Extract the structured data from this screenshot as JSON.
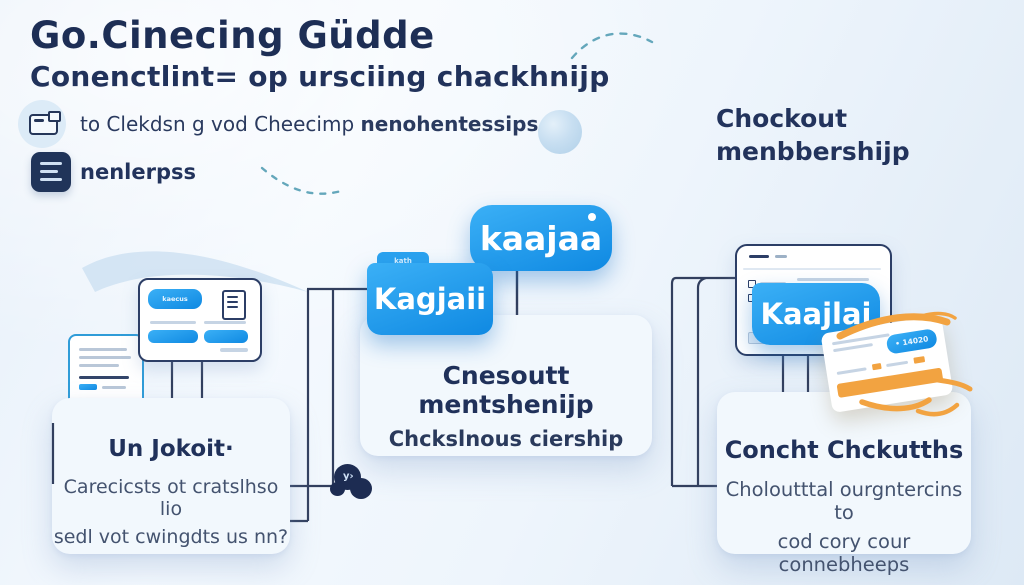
{
  "colors": {
    "navy": "#20315a",
    "blue_accent": "#1f9bee",
    "blue_gradient_from": "#3bb0f6",
    "blue_gradient_to": "#0f89e2",
    "orange": "#f2a341",
    "connector": "#323f5e",
    "card_bg": "#f2f8fd",
    "background": "#e9f2fa"
  },
  "header": {
    "title": "Go.Cinecing Güdde",
    "subtitle": "Conenctlint= op ursciing chackhnijp"
  },
  "checklist": {
    "item1": {
      "icon": "card-icon",
      "text": "to Clekdsn g vod Cheecimp ",
      "bold": "nenohentessips"
    },
    "item2": {
      "icon": "list-icon",
      "label": "nenlerpss"
    }
  },
  "right_heading": {
    "line1": "Chockout",
    "line2": "menbbershijp"
  },
  "nodes": {
    "bubble": {
      "label": "kaajaa"
    },
    "folder": {
      "tab": "kath",
      "label": "Kagjaii"
    },
    "center_card": {
      "line1": "Cnesoutt mentshenijp",
      "line2": "Chckslnous ciership"
    },
    "right_label": {
      "label": "Kaajlai"
    },
    "left_card": {
      "title": "Un Jokoit·",
      "body1": "Carecicsts ot cratslhso lio",
      "body2": "sedl vot cwingdts us nn?"
    },
    "right_card": {
      "title": "Concht Chckutths",
      "body1": "Choloutttal ourgntercins to",
      "body2": "cod cory cour connebheeps"
    },
    "mini_card": {
      "pill": "kaecus"
    },
    "price_card": {
      "pill": "• 14020"
    },
    "blob": {
      "label": "y›"
    }
  }
}
